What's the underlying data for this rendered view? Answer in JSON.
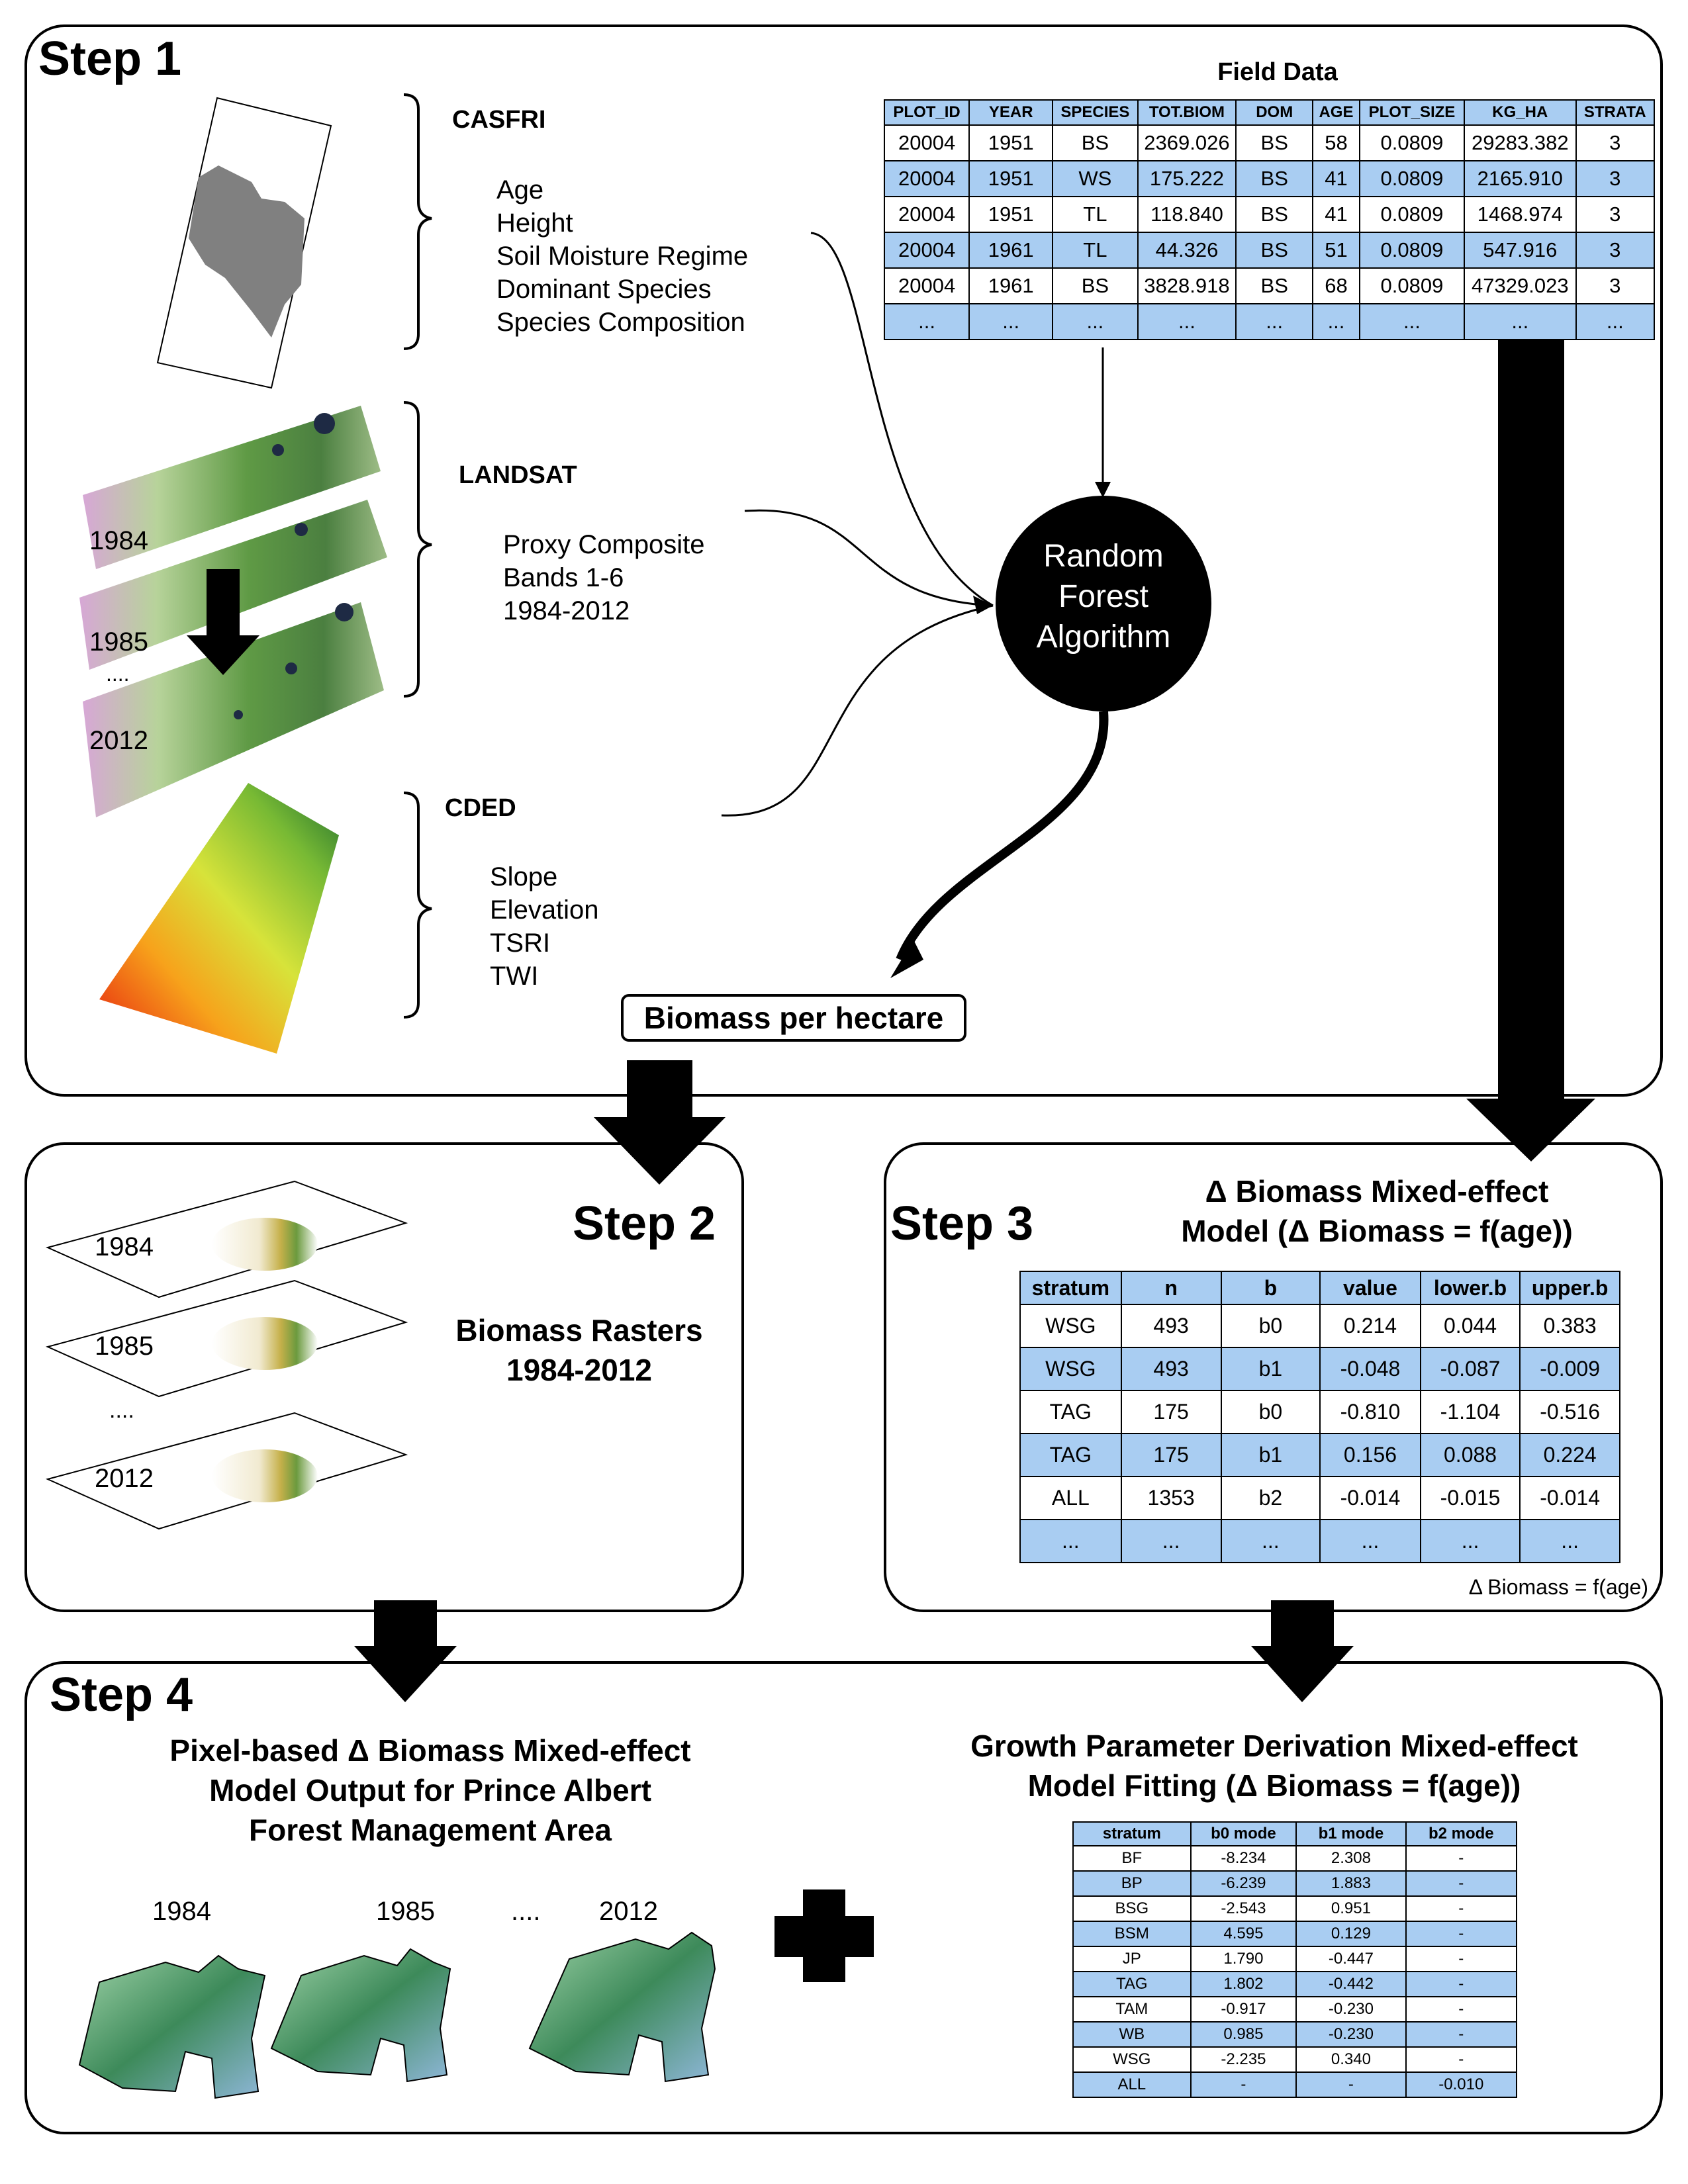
{
  "step1": {
    "title": "Step 1",
    "casfri": {
      "title": "CASFRI",
      "items": [
        "Age",
        "Height",
        "Soil Moisture Regime",
        "Dominant Species",
        "Species Composition"
      ]
    },
    "landsat": {
      "title": "LANDSAT",
      "items": [
        "Proxy Composite",
        "Bands 1-6",
        "1984-2012"
      ],
      "years": [
        "1984",
        "1985",
        "....",
        "2012"
      ]
    },
    "cded": {
      "title": "CDED",
      "items": [
        "Slope",
        "Elevation",
        "TSRI",
        "TWI"
      ]
    },
    "field_data": {
      "title": "Field Data",
      "headers": [
        "PLOT_ID",
        "YEAR",
        "SPECIES",
        "TOT.BIOM",
        "DOM",
        "AGE",
        "PLOT_SIZE",
        "KG_HA",
        "STRATA"
      ],
      "rows": [
        [
          "20004",
          "1951",
          "BS",
          "2369.026",
          "BS",
          "58",
          "0.0809",
          "29283.382",
          "3"
        ],
        [
          "20004",
          "1951",
          "WS",
          "175.222",
          "BS",
          "41",
          "0.0809",
          "2165.910",
          "3"
        ],
        [
          "20004",
          "1951",
          "TL",
          "118.840",
          "BS",
          "41",
          "0.0809",
          "1468.974",
          "3"
        ],
        [
          "20004",
          "1961",
          "TL",
          "44.326",
          "BS",
          "51",
          "0.0809",
          "547.916",
          "3"
        ],
        [
          "20004",
          "1961",
          "BS",
          "3828.918",
          "BS",
          "68",
          "0.0809",
          "47329.023",
          "3"
        ],
        [
          "...",
          "...",
          "...",
          "...",
          "...",
          "...",
          "...",
          "...",
          "..."
        ]
      ]
    },
    "algorithm": {
      "line1": "Random",
      "line2": "Forest",
      "line3": "Algorithm"
    },
    "output_label": "Biomass per hectare"
  },
  "step2": {
    "title": "Step 2",
    "heading_line1": "Biomass Rasters",
    "heading_line2": "1984-2012",
    "years": [
      "1984",
      "1985",
      "....",
      "2012"
    ]
  },
  "step3": {
    "title": "Step 3",
    "heading_line1": "Δ Biomass Mixed-effect",
    "heading_line2": "Model (Δ Biomass = f(age))",
    "headers": [
      "stratum",
      "n",
      "b",
      "value",
      "lower.b",
      "upper.b"
    ],
    "rows": [
      [
        "WSG",
        "493",
        "b0",
        "0.214",
        "0.044",
        "0.383"
      ],
      [
        "WSG",
        "493",
        "b1",
        "-0.048",
        "-0.087",
        "-0.009"
      ],
      [
        "TAG",
        "175",
        "b0",
        "-0.810",
        "-1.104",
        "-0.516"
      ],
      [
        "TAG",
        "175",
        "b1",
        "0.156",
        "0.088",
        "0.224"
      ],
      [
        "ALL",
        "1353",
        "b2",
        "-0.014",
        "-0.015",
        "-0.014"
      ],
      [
        "...",
        "...",
        "...",
        "...",
        "...",
        "..."
      ]
    ],
    "caption": "Δ Biomass = f(age)"
  },
  "step4": {
    "title": "Step 4",
    "left_heading_line1": "Pixel-based Δ Biomass  Mixed-effect",
    "left_heading_line2": "Model Output for Prince Albert",
    "left_heading_line3": "Forest Management Area",
    "years": [
      "1984",
      "1985",
      "....",
      "2012"
    ],
    "right_heading_line1": "Growth Parameter Derivation Mixed-effect",
    "right_heading_line2": "Model Fitting (Δ Biomass = f(age))",
    "headers": [
      "stratum",
      "b0 mode",
      "b1 mode",
      "b2 mode"
    ],
    "rows": [
      [
        "BF",
        "-8.234",
        "2.308",
        "-"
      ],
      [
        "BP",
        "-6.239",
        "1.883",
        "-"
      ],
      [
        "BSG",
        "-2.543",
        "0.951",
        "-"
      ],
      [
        "BSM",
        "4.595",
        "0.129",
        "-"
      ],
      [
        "JP",
        "1.790",
        "-0.447",
        "-"
      ],
      [
        "TAG",
        "1.802",
        "-0.442",
        "-"
      ],
      [
        "TAM",
        "-0.917",
        "-0.230",
        "-"
      ],
      [
        "WB",
        "0.985",
        "-0.230",
        "-"
      ],
      [
        "WSG",
        "-2.235",
        "0.340",
        "-"
      ],
      [
        "ALL",
        "-",
        "-",
        "-0.010"
      ]
    ]
  },
  "colors": {
    "table_highlight": "#a9cdf2",
    "border": "#000000"
  }
}
